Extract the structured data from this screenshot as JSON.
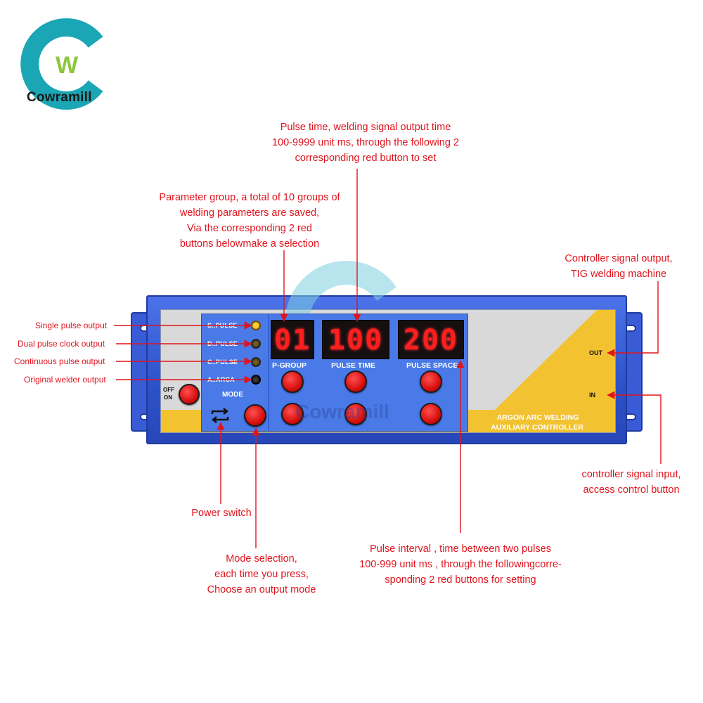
{
  "brand": {
    "name": "Cowramill",
    "logo_letters": "W"
  },
  "device": {
    "title_line1": "ARGON ARC WELDING",
    "title_line2": "AUXILIARY CONTROLLER",
    "watermark": "Cowramill",
    "modes": [
      {
        "label": "S..PULSE",
        "state": "on"
      },
      {
        "label": "D..PULSE",
        "state": "off"
      },
      {
        "label": "C..PULSE",
        "state": "off"
      },
      {
        "label": "A..ARCA",
        "state": "dark"
      }
    ],
    "mode_label": "MODE",
    "power": {
      "off_label": "OFF",
      "on_label": "ON"
    },
    "displays": [
      {
        "value": "01",
        "label": "P-GROUP"
      },
      {
        "value": "100",
        "label": "PULSE TIME"
      },
      {
        "value": "200",
        "label": "PULSE SPACE"
      }
    ],
    "out_label": "OUT",
    "in_label": "IN"
  },
  "annotations": {
    "pulse_time": [
      "Pulse time, welding signal output time",
      "100-9999 unit ms, through the following 2",
      "corresponding red button to set"
    ],
    "parameter_group": [
      "Parameter group, a total of 10 groups of",
      "welding parameters are saved,",
      "Via the corresponding 2 red",
      "buttons belowmake a selection"
    ],
    "controller_output": [
      "Controller signal output,",
      "TIG welding machine"
    ],
    "controller_input": [
      "controller signal input,",
      "access control button"
    ],
    "single_pulse": "Single pulse output",
    "dual_pulse": "Dual pulse clock output",
    "continuous_pulse": "Continuous pulse output",
    "original_welder": "Original welder output",
    "power_switch": "Power switch",
    "mode_selection": [
      "Mode selection,",
      "each time you press,",
      "Choose an output mode"
    ],
    "pulse_interval": [
      "Pulse interval , time between two pulses",
      "100-999 unit ms , through the followingcorre-",
      "sponding 2 red buttons for setting"
    ]
  },
  "colors": {
    "annotation": "#e0141d",
    "housing_blue": "#2d52c9",
    "panel_blue": "#4a7ae8",
    "accent_yellow": "#f2c230",
    "logo_teal": "#1aa6b4",
    "logo_green": "#8dc63f"
  }
}
